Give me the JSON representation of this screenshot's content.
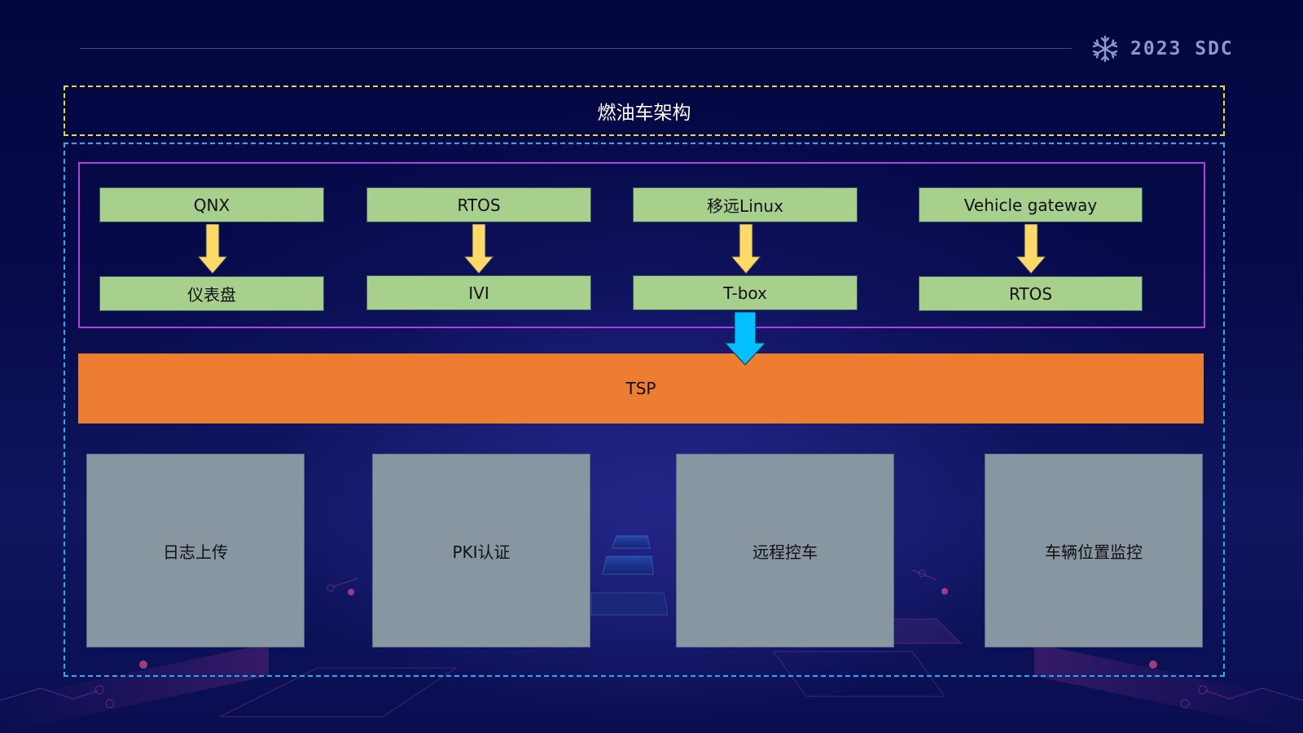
{
  "header": {
    "brand_icon": "snowflake-icon",
    "brand_text": "2023 SDC"
  },
  "diagram": {
    "title": "燃油车架构",
    "ecu_columns": [
      {
        "top": "QNX",
        "bottom": "仪表盘",
        "arrow": "yellow-down-arrow"
      },
      {
        "top": "RTOS",
        "bottom": "IVI",
        "arrow": "yellow-down-arrow"
      },
      {
        "top": "移远Linux",
        "bottom": "T-box",
        "arrow": "yellow-down-arrow"
      },
      {
        "top": "Vehicle gateway",
        "bottom": "RTOS",
        "arrow": "yellow-down-arrow"
      }
    ],
    "connector": {
      "from": "T-box",
      "to": "TSP",
      "arrow": "blue-down-arrow"
    },
    "platform": "TSP",
    "services": [
      "日志上传",
      "PKI认证",
      "远程控车",
      "车辆位置监控"
    ]
  },
  "colors": {
    "title_border": "#e8e21a",
    "outer_border": "#14b4f0",
    "ecu_group_border": "#b23ce6",
    "ecu_box": "#a8d08d",
    "yellow_arrow": "#ffd966",
    "blue_arrow": "#00c0ff",
    "tsp": "#ed7d31",
    "service_box": "#8796a0",
    "background": "#03063a"
  }
}
